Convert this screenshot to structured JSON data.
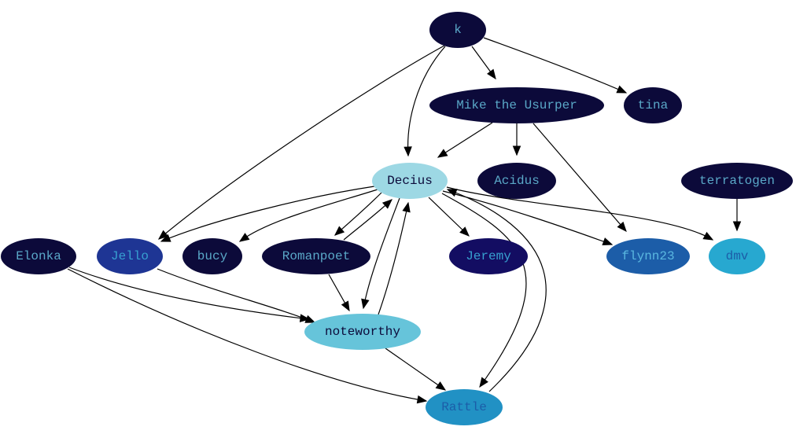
{
  "graph": {
    "nodes": [
      {
        "id": "k",
        "label": "k",
        "fill": "#0c0a3a",
        "text_color": "#5aa8c8"
      },
      {
        "id": "mike",
        "label": "Mike the Usurper",
        "fill": "#0c0a3a",
        "text_color": "#5aa8c8"
      },
      {
        "id": "tina",
        "label": "tina",
        "fill": "#0c0a3a",
        "text_color": "#5aa8c8"
      },
      {
        "id": "decius",
        "label": "Decius",
        "fill": "#9dd8e4",
        "text_color": "#0c0a3a"
      },
      {
        "id": "acidus",
        "label": "Acidus",
        "fill": "#0c0a3a",
        "text_color": "#5aa8c8"
      },
      {
        "id": "terratogen",
        "label": "terratogen",
        "fill": "#0c0a3a",
        "text_color": "#5aa8c8"
      },
      {
        "id": "elonka",
        "label": "Elonka",
        "fill": "#0c0a3a",
        "text_color": "#5aa8c8"
      },
      {
        "id": "jello",
        "label": "Jello",
        "fill": "#1e3594",
        "text_color": "#37a0d0"
      },
      {
        "id": "bucy",
        "label": "bucy",
        "fill": "#0c0a3a",
        "text_color": "#5aa8c8"
      },
      {
        "id": "romanpoet",
        "label": "Romanpoet",
        "fill": "#0c0a3a",
        "text_color": "#5aa8c8"
      },
      {
        "id": "jeremy",
        "label": "Jeremy",
        "fill": "#130d62",
        "text_color": "#37a0d0"
      },
      {
        "id": "flynn23",
        "label": "flynn23",
        "fill": "#1c5da8",
        "text_color": "#5ab8e0"
      },
      {
        "id": "dmv",
        "label": "dmv",
        "fill": "#27a8d0",
        "text_color": "#1c5da8"
      },
      {
        "id": "noteworthy",
        "label": "noteworthy",
        "fill": "#66c4da",
        "text_color": "#0c0a3a"
      },
      {
        "id": "rattle",
        "label": "Rattle",
        "fill": "#2191c4",
        "text_color": "#1c5da8"
      }
    ],
    "edges": [
      {
        "from": "k",
        "to": "jello"
      },
      {
        "from": "k",
        "to": "decius"
      },
      {
        "from": "k",
        "to": "mike"
      },
      {
        "from": "k",
        "to": "tina"
      },
      {
        "from": "mike",
        "to": "decius"
      },
      {
        "from": "mike",
        "to": "acidus"
      },
      {
        "from": "mike",
        "to": "flynn23"
      },
      {
        "from": "terratogen",
        "to": "dmv"
      },
      {
        "from": "decius",
        "to": "jello"
      },
      {
        "from": "decius",
        "to": "bucy"
      },
      {
        "from": "decius",
        "to": "romanpoet"
      },
      {
        "from": "romanpoet",
        "to": "decius"
      },
      {
        "from": "decius",
        "to": "noteworthy"
      },
      {
        "from": "noteworthy",
        "to": "decius"
      },
      {
        "from": "decius",
        "to": "jeremy"
      },
      {
        "from": "decius",
        "to": "flynn23"
      },
      {
        "from": "decius",
        "to": "dmv"
      },
      {
        "from": "decius",
        "to": "rattle"
      },
      {
        "from": "rattle",
        "to": "decius"
      },
      {
        "from": "elonka",
        "to": "noteworthy"
      },
      {
        "from": "elonka",
        "to": "rattle"
      },
      {
        "from": "jello",
        "to": "noteworthy"
      },
      {
        "from": "romanpoet",
        "to": "noteworthy"
      },
      {
        "from": "noteworthy",
        "to": "rattle"
      }
    ]
  }
}
